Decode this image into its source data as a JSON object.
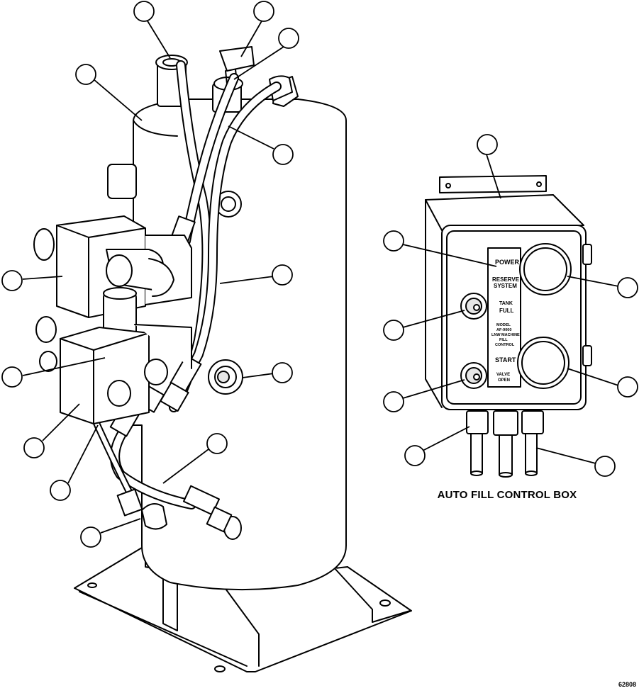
{
  "caption": "AUTO FILL CONTROL BOX",
  "figure_number": "62808",
  "panel_labels": {
    "power": "POWER",
    "reserve_1": "RESERVE",
    "reserve_2": "SYSTEM",
    "tank_1": "TANK",
    "tank_2": "FULL",
    "model_1": "MODEL",
    "model_2": "AF-9000",
    "model_3": "LNW MACHINE",
    "model_4": "FILL",
    "model_5": "CONTROL",
    "start": "START",
    "valve_1": "VALVE",
    "valve_2": "OPEN"
  },
  "colors": {
    "stroke": "#000000",
    "fill": "#ffffff",
    "shade": "#e6e6e6"
  }
}
